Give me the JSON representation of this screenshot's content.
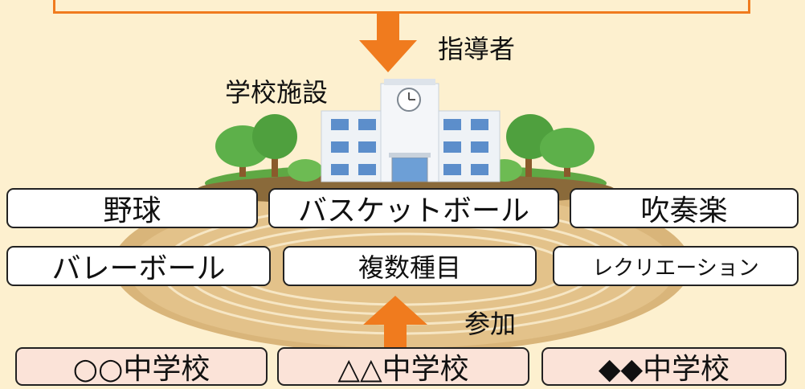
{
  "labels": {
    "leader": "指導者",
    "facility": "学校施設",
    "participation": "参加"
  },
  "activities": {
    "baseball": "野球",
    "basketball": "バスケットボール",
    "band": "吹奏楽",
    "volleyball": "バレーボール",
    "multi": "複数種目",
    "recreation": "レクリエーション"
  },
  "schools": {
    "circle": "○○中学校",
    "triangle": "△△中学校",
    "diamond": "◆◆中学校"
  },
  "colors": {
    "arrow": "#f07b1e",
    "background": "#fdf0cf",
    "school_box": "#fbe3d8"
  }
}
